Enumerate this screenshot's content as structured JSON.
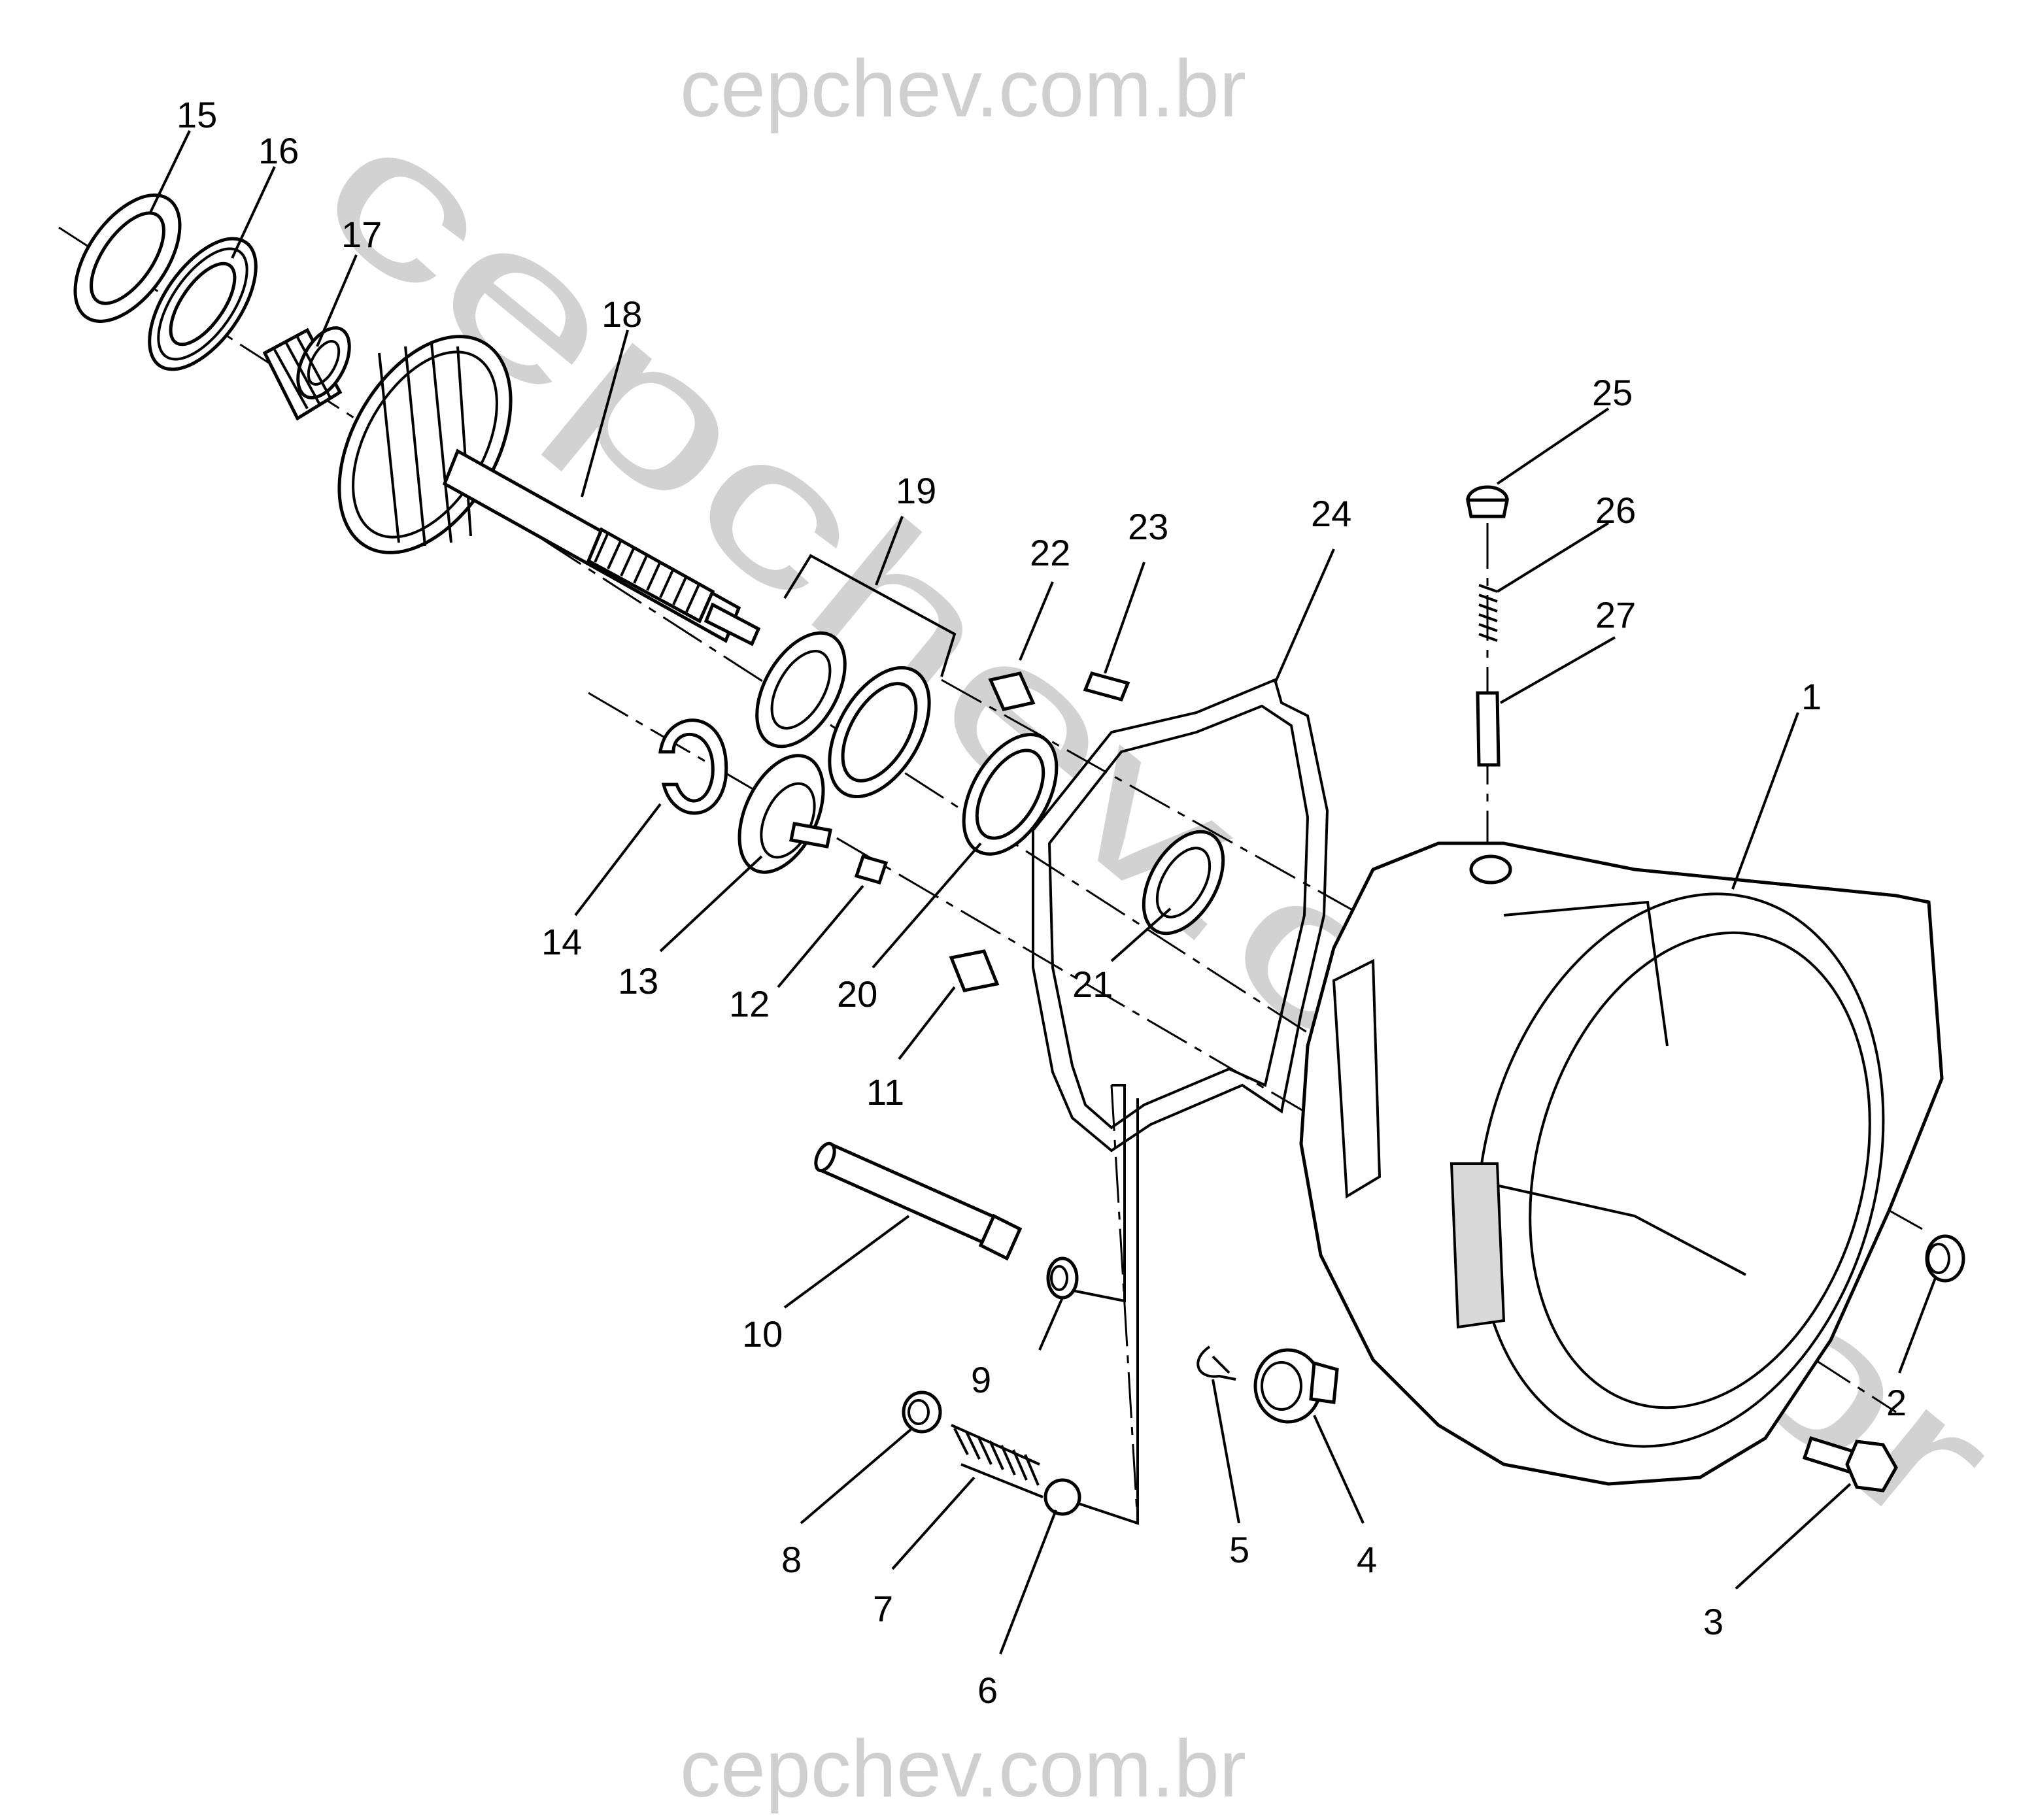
{
  "watermarks": {
    "top": "cepchev.com.br",
    "bottom": "cepchev.com.br",
    "diagonal": "cepchev.com.br"
  },
  "callouts": [
    "1",
    "2",
    "3",
    "4",
    "5",
    "6",
    "7",
    "8",
    "9",
    "10",
    "11",
    "12",
    "13",
    "14",
    "15",
    "16",
    "17",
    "18",
    "19",
    "20",
    "21",
    "22",
    "23",
    "24",
    "25",
    "26",
    "27"
  ]
}
